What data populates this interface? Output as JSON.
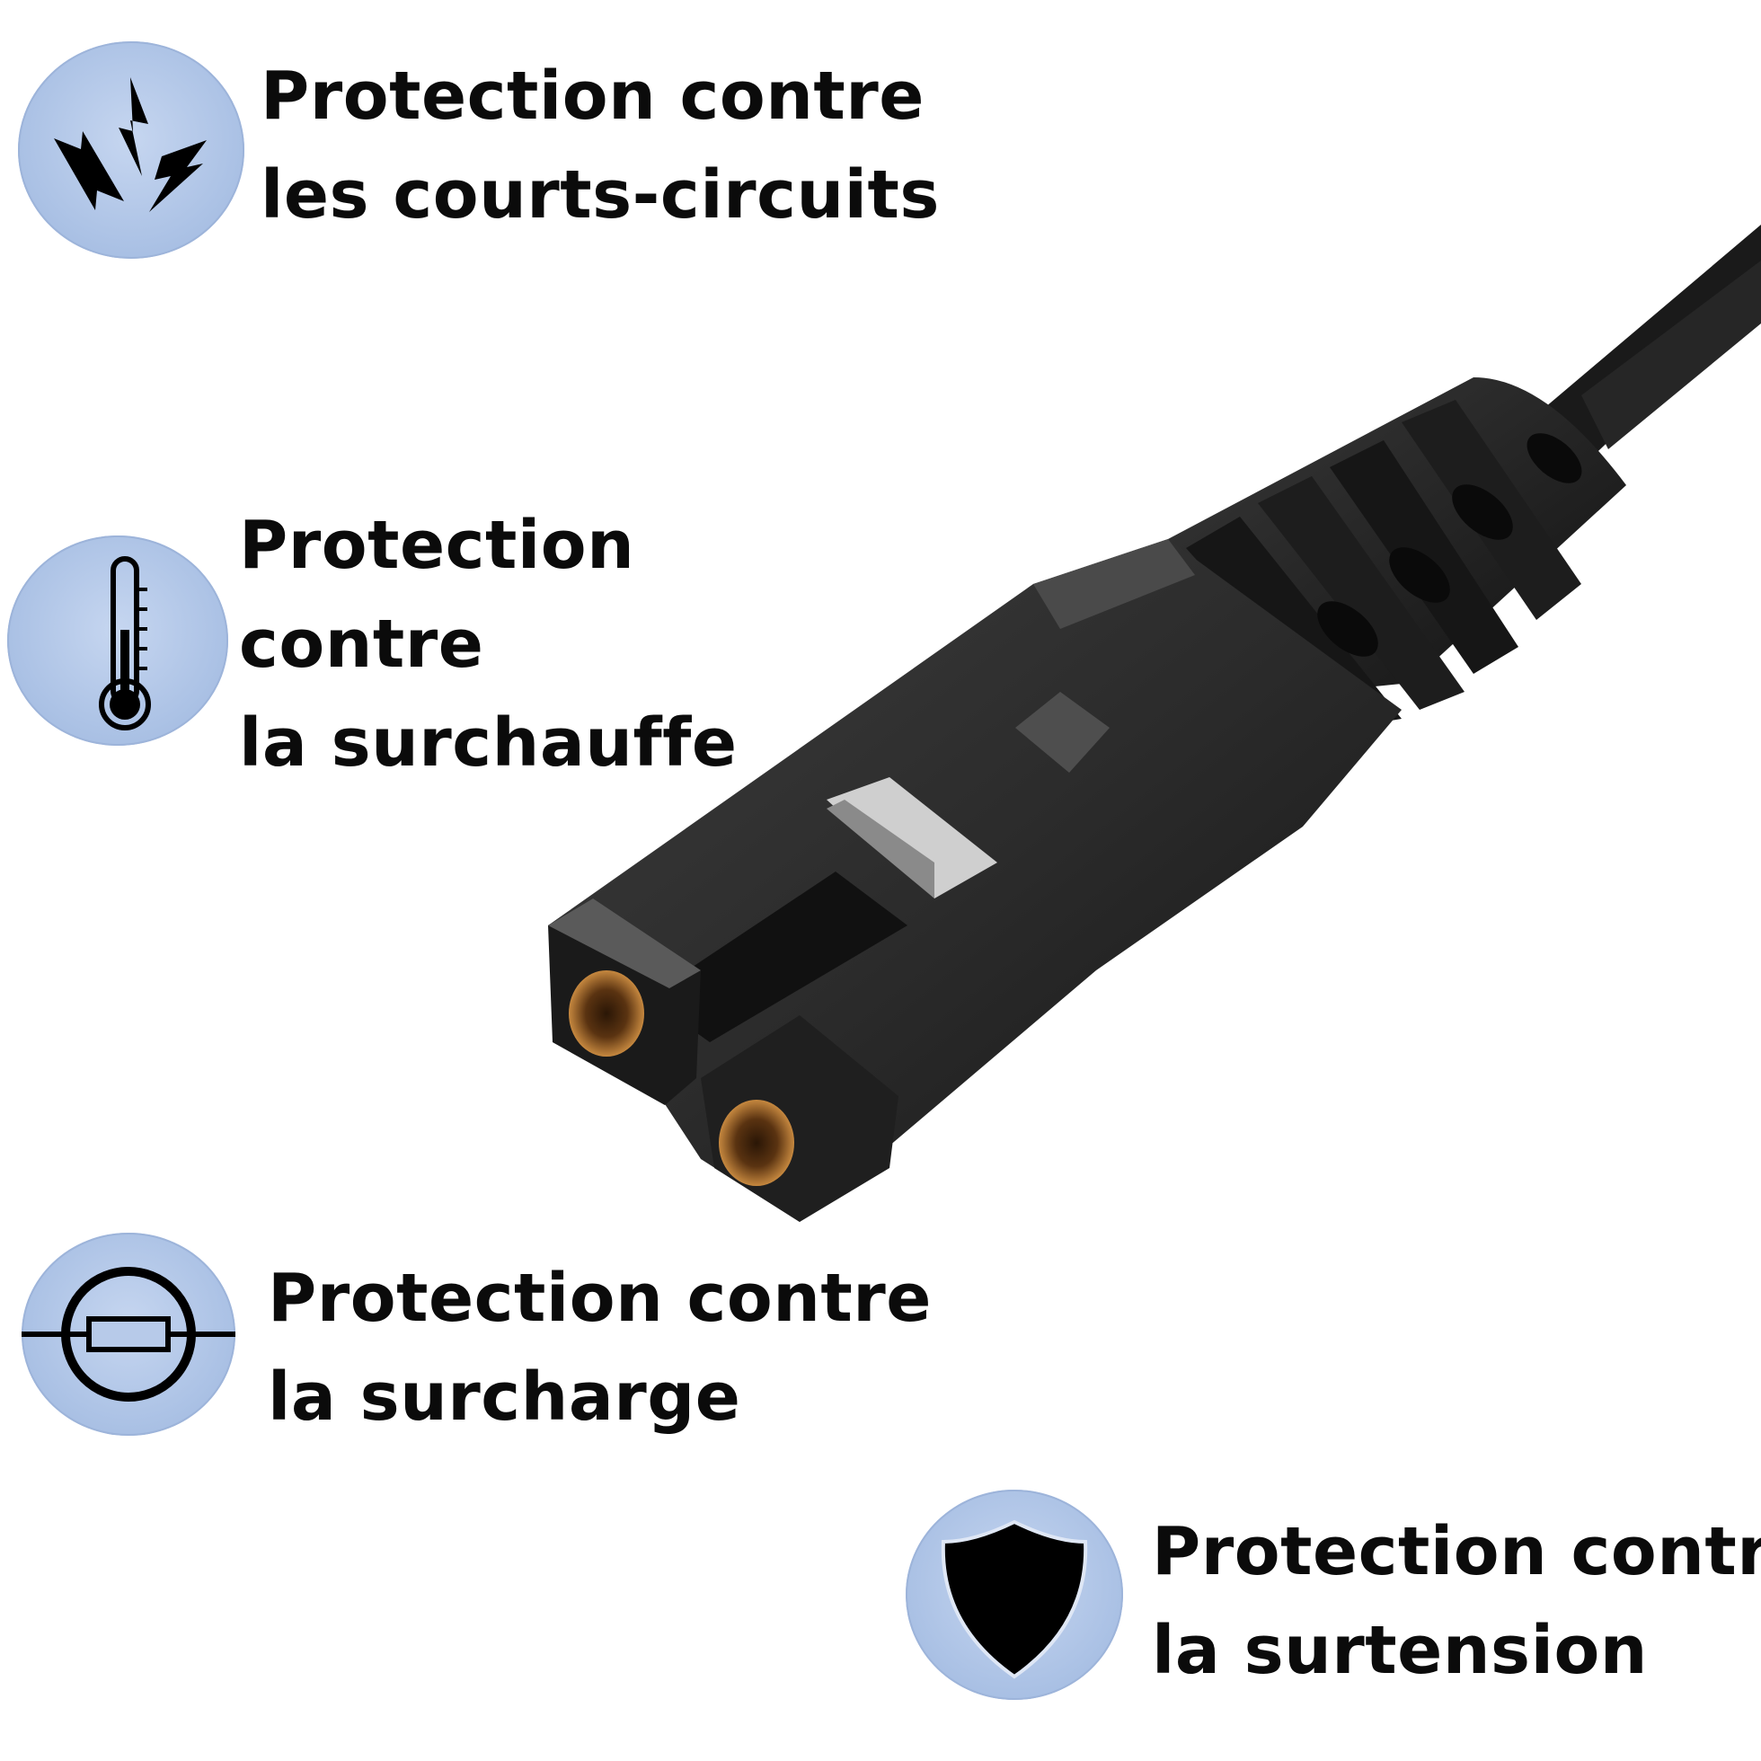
{
  "features": [
    {
      "icon": "lightning-bolts-icon",
      "lines": [
        "Protection contre",
        "les courts-circuits"
      ]
    },
    {
      "icon": "thermometer-icon",
      "lines": [
        "Protection",
        "contre",
        "la surchauffe"
      ]
    },
    {
      "icon": "fuse-icon",
      "lines": [
        "Protection contre",
        "la surcharge"
      ]
    },
    {
      "icon": "shield-icon",
      "lines": [
        "Protection contre",
        "la surtension"
      ]
    }
  ],
  "colors": {
    "icon_circle": "#a9c0e4",
    "text": "#0b0b0b",
    "plug": "#2a2a2a",
    "contact": "#b87a3a"
  }
}
